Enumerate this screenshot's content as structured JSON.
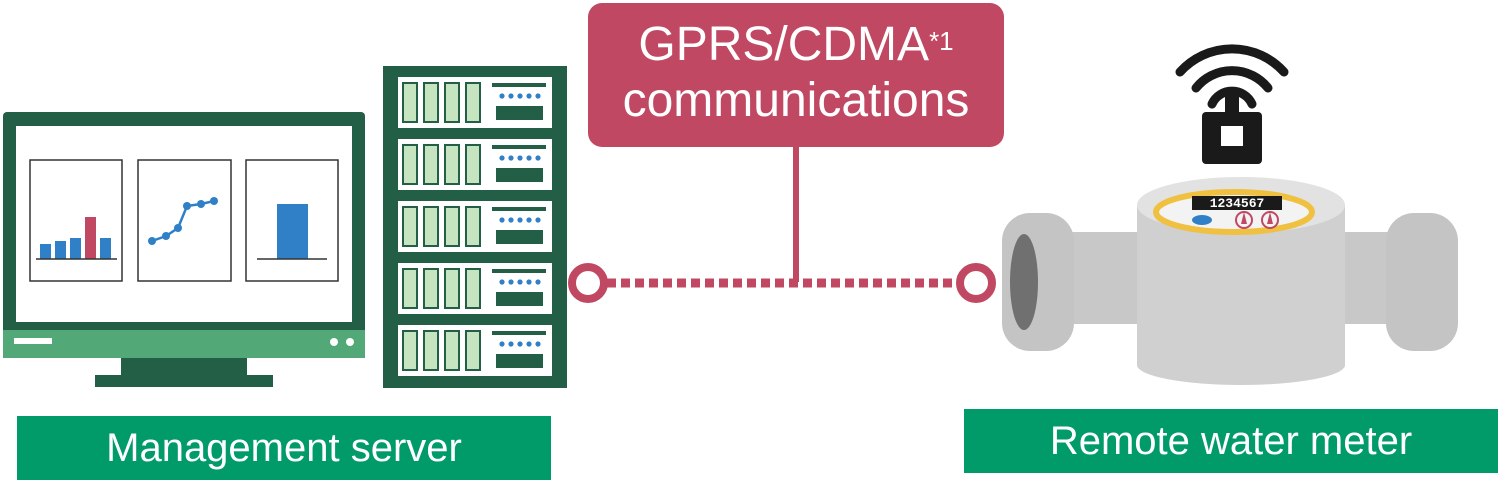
{
  "communication": {
    "line1": "GPRS/CDMA",
    "footnote_mark": "*1",
    "line2": "communications"
  },
  "labels": {
    "management_server": "Management server",
    "remote_water_meter": "Remote water meter"
  },
  "meter": {
    "counter_digits": "1234567"
  },
  "colors": {
    "dark_green": "#235e47",
    "light_green": "#53a878",
    "pale_green": "#c7e4c0",
    "label_green": "#009b68",
    "accent_red": "#c04862",
    "chart_blue": "#3080c8",
    "meter_grey": "#c8c8c8",
    "meter_ring": "#f0c040"
  },
  "icons": [
    "monitor-icon",
    "server-rack-icon",
    "wifi-signal-icon",
    "padlock-icon",
    "water-meter-icon"
  ]
}
